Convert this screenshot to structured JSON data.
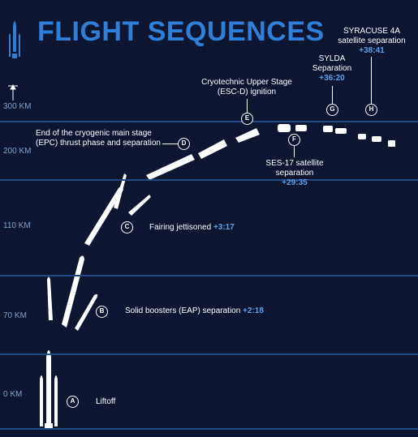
{
  "title": "FLIGHT SEQUENCES",
  "colors": {
    "background": "#0d1530",
    "accent": "#2f7fd8",
    "time": "#5aa0ec",
    "grid": "#1f4a86",
    "axis_text": "#7ea3cf"
  },
  "altitude_axis": {
    "top_label": "300 KM",
    "labels": [
      "200 KM",
      "110 KM",
      "70 KM",
      "0 KM"
    ]
  },
  "events": [
    {
      "marker": "A",
      "label": "Liftoff",
      "time": ""
    },
    {
      "marker": "B",
      "label": "Solid boosters (EAP) separation",
      "time": "+2:18"
    },
    {
      "marker": "C",
      "label": "Fairing jettisoned",
      "time": "+3:17"
    },
    {
      "marker": "D",
      "label_line1": "End of the cryogenic main stage",
      "label_line2": "(EPC) thrust phase and separation",
      "time": ""
    },
    {
      "marker": "E",
      "label_line1": "Cryotechnic Upper Stage",
      "label_line2": "(ESC-D) ignition",
      "time": ""
    },
    {
      "marker": "F",
      "label_line1": "SES-17 satellite",
      "label_line2": "separation",
      "time": "+29:35"
    },
    {
      "marker": "G",
      "label_line1": "SYLDA",
      "label_line2": "Separation",
      "time": "+36:20"
    },
    {
      "marker": "H",
      "label_line1": "SYRACUSE 4A",
      "label_line2": "satellite separation",
      "time": "+38:41"
    }
  ]
}
